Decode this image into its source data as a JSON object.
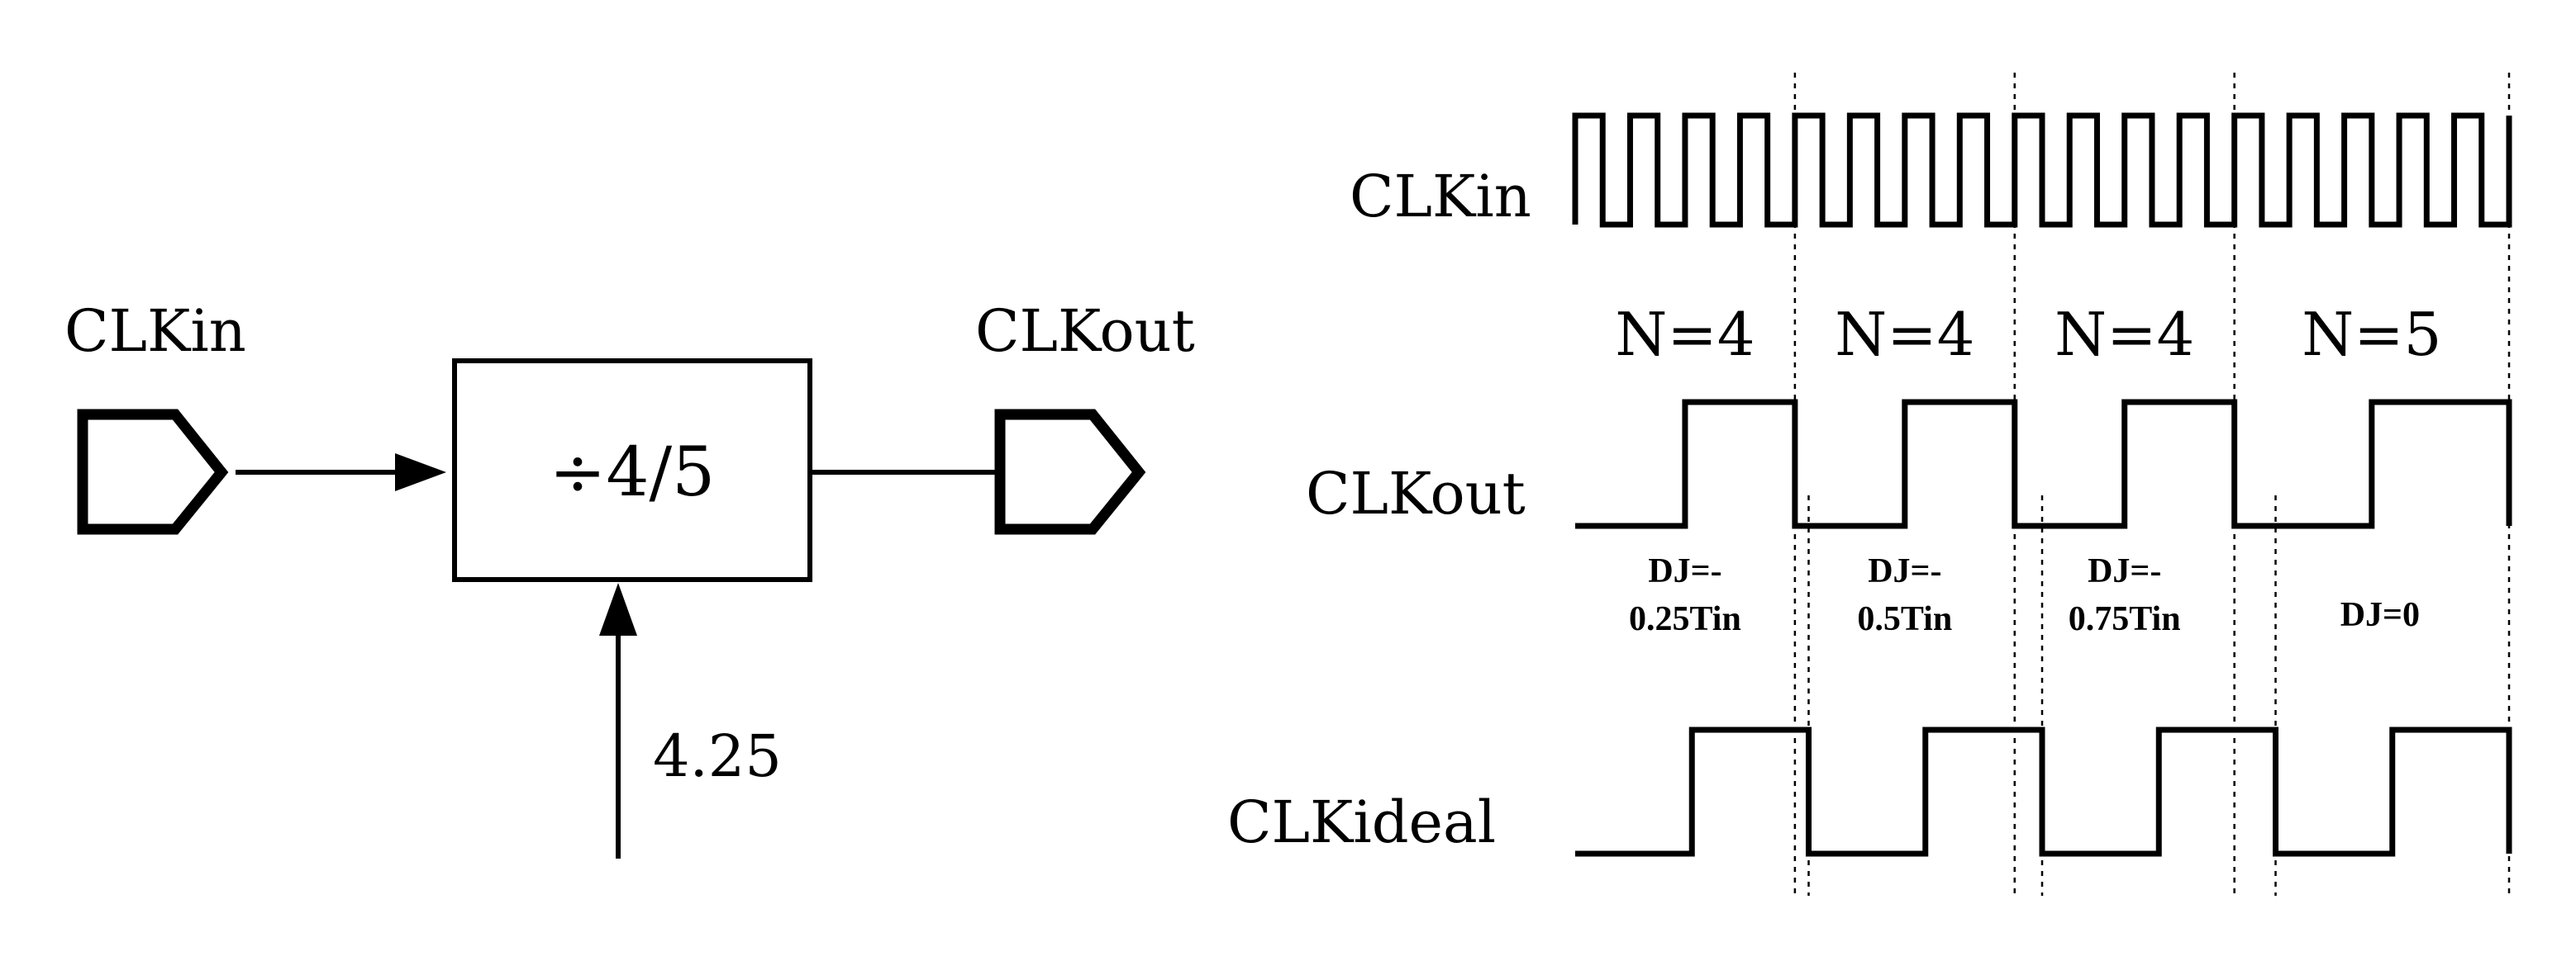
{
  "block_diagram": {
    "input_label": "CLKin",
    "output_label": "CLKout",
    "divider_text": "÷4/5",
    "control_value": "4.25"
  },
  "timing_diagram": {
    "signals": {
      "clkin": "CLKin",
      "clkout": "CLKout",
      "clkideal": "CLKideal"
    },
    "intervals": [
      {
        "n_label": "N=4",
        "dj_lines": [
          "DJ=-",
          "0.25Tin"
        ]
      },
      {
        "n_label": "N=4",
        "dj_lines": [
          "DJ=-",
          "0.5Tin"
        ]
      },
      {
        "n_label": "N=4",
        "dj_lines": [
          "DJ=-",
          "0.75Tin"
        ]
      },
      {
        "n_label": "N=5",
        "dj_lines": [
          "DJ=0"
        ]
      }
    ],
    "clkin_periods": 17,
    "clkout_periods_per_interval": [
      4,
      4,
      4,
      5
    ],
    "ideal_period_in": 4.25
  }
}
